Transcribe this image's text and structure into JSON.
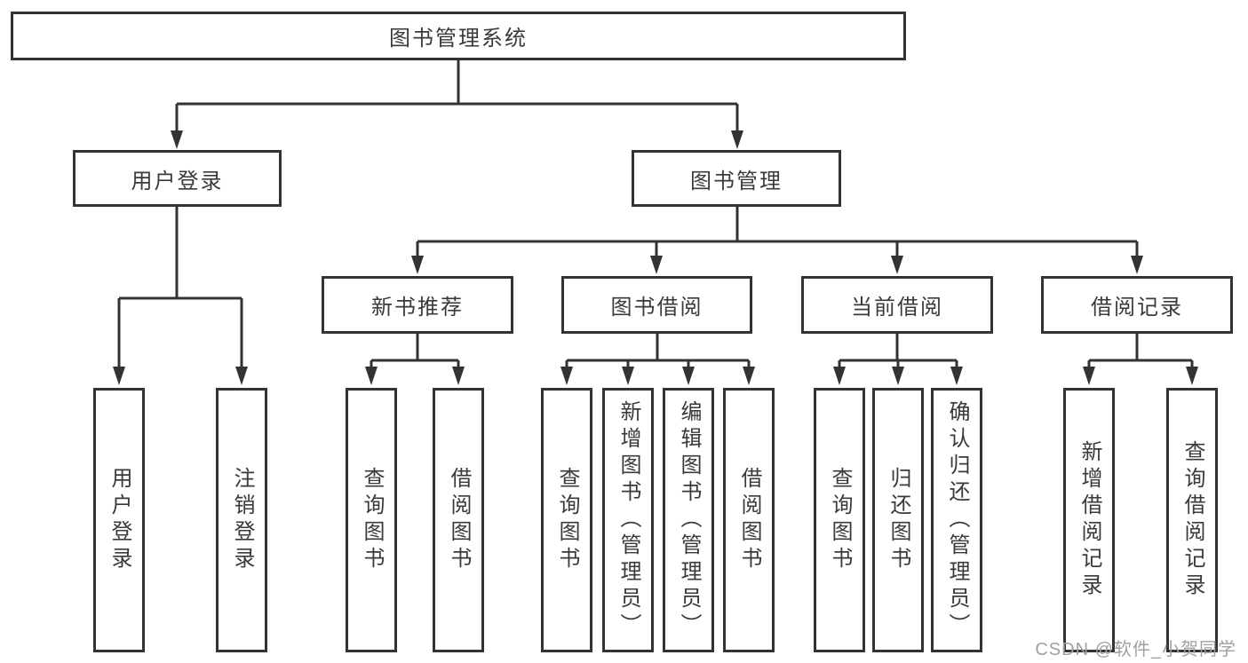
{
  "tree": {
    "root": {
      "label": "图书管理系统"
    },
    "branches": [
      {
        "label": "用户登录",
        "leaves": [
          {
            "label": "用户登录"
          },
          {
            "label": "注销登录"
          }
        ]
      },
      {
        "label": "图书管理",
        "groups": [
          {
            "label": "新书推荐",
            "leaves": [
              {
                "label": "查询图书"
              },
              {
                "label": "借阅图书"
              }
            ]
          },
          {
            "label": "图书借阅",
            "leaves": [
              {
                "label": "查询图书"
              },
              {
                "label": "新增图书（管理员）"
              },
              {
                "label": "编辑图书（管理员）"
              },
              {
                "label": "借阅图书"
              }
            ]
          },
          {
            "label": "当前借阅",
            "leaves": [
              {
                "label": "查询图书"
              },
              {
                "label": "归还图书"
              },
              {
                "label": "确认归还（管理员）"
              }
            ]
          },
          {
            "label": "借阅记录",
            "leaves": [
              {
                "label": "新增借阅记录"
              },
              {
                "label": "查询借阅记录"
              }
            ]
          }
        ]
      }
    ]
  },
  "watermark": {
    "text": "CSDN @软件_小贺同学"
  },
  "colors": {
    "line": "#333333",
    "box_border": "#333333",
    "text": "#3a3a3a",
    "background": "#ffffff",
    "watermark": "#a0a0a0"
  }
}
